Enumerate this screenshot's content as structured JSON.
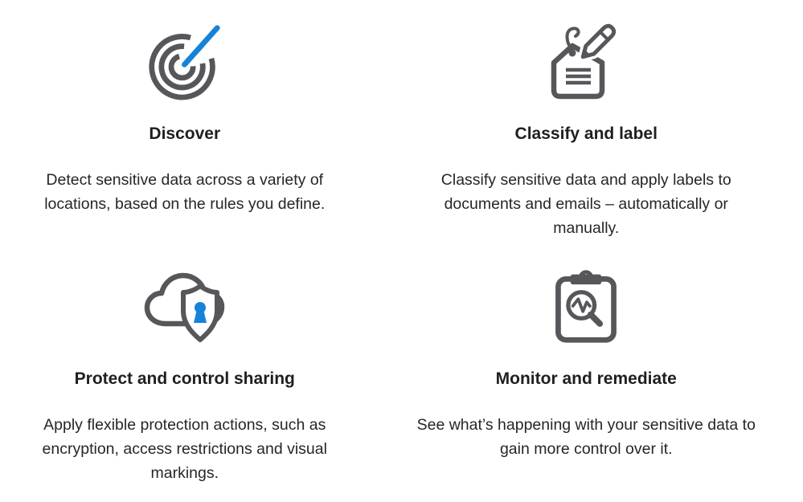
{
  "colors": {
    "icon_gray": "#57575b",
    "accent_blue": "#1483d8",
    "heading_text": "#1f1f1f",
    "body_text": "#262626",
    "page_bg": "#ffffff"
  },
  "cards": [
    {
      "icon": "target-pen-icon",
      "title": "Discover",
      "description": "Detect sensitive data across a variety of\nlocations, based on the rules you define."
    },
    {
      "icon": "tag-pencil-icon",
      "title": "Classify and label",
      "description": "Classify sensitive data and apply labels to\ndocuments and emails – automatically or\nmanually."
    },
    {
      "icon": "cloud-lock-shield-icon",
      "title": "Protect and control sharing",
      "description": "Apply flexible protection actions, such as\nencryption, access restrictions and visual\nmarkings."
    },
    {
      "icon": "clipboard-magnifier-pulse-icon",
      "title": "Monitor and remediate",
      "description": "See what’s happening with your sensitive data to\ngain more control over it."
    }
  ]
}
